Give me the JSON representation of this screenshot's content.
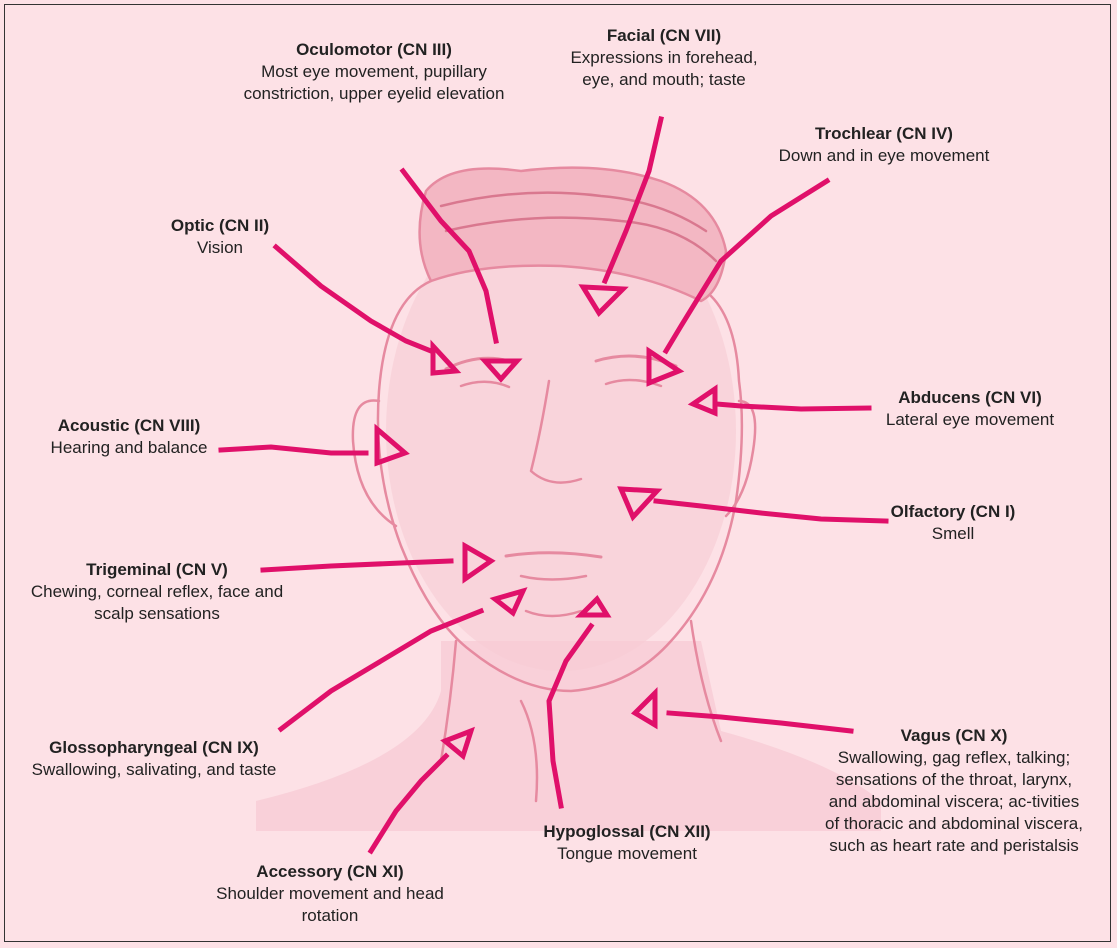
{
  "colors": {
    "background": "#fde1e6",
    "arrow": "#e0106a",
    "face_line": "#e68aa0",
    "face_shade": "#f5bcc8",
    "text": "#222222",
    "border": "#333333"
  },
  "nerves": [
    {
      "id": "oculomotor",
      "name": "Oculomotor (CN III)",
      "description": "Most eye movement, pupillary constriction, upper eyelid elevation"
    },
    {
      "id": "facial",
      "name": "Facial (CN VII)",
      "description": "Expressions in forehead, eye, and mouth; taste"
    },
    {
      "id": "trochlear",
      "name": "Trochlear (CN IV)",
      "description": "Down and in eye movement"
    },
    {
      "id": "optic",
      "name": "Optic (CN II)",
      "description": "Vision"
    },
    {
      "id": "abducens",
      "name": "Abducens (CN VI)",
      "description": "Lateral eye movement"
    },
    {
      "id": "acoustic",
      "name": "Acoustic (CN VIII)",
      "description": "Hearing and balance"
    },
    {
      "id": "olfactory",
      "name": "Olfactory (CN I)",
      "description": "Smell"
    },
    {
      "id": "trigeminal",
      "name": "Trigeminal (CN V)",
      "description": "Chewing, corneal reflex, face and scalp sensations"
    },
    {
      "id": "glossopharyngeal",
      "name": "Glossopharyngeal (CN IX)",
      "description": "Swallowing, salivating, and taste"
    },
    {
      "id": "vagus",
      "name": "Vagus (CN X)",
      "description": "Swallowing, gag reflex, talking; sensations of the throat, larynx, and abdominal viscera; ac-tivities of thoracic and abdominal viscera, such as heart rate and peristalsis"
    },
    {
      "id": "hypoglossal",
      "name": "Hypoglossal (CN XII)",
      "description": "Tongue movement"
    },
    {
      "id": "accessory",
      "name": "Accessory (CN XI)",
      "description": "Shoulder movement and head rotation"
    }
  ]
}
